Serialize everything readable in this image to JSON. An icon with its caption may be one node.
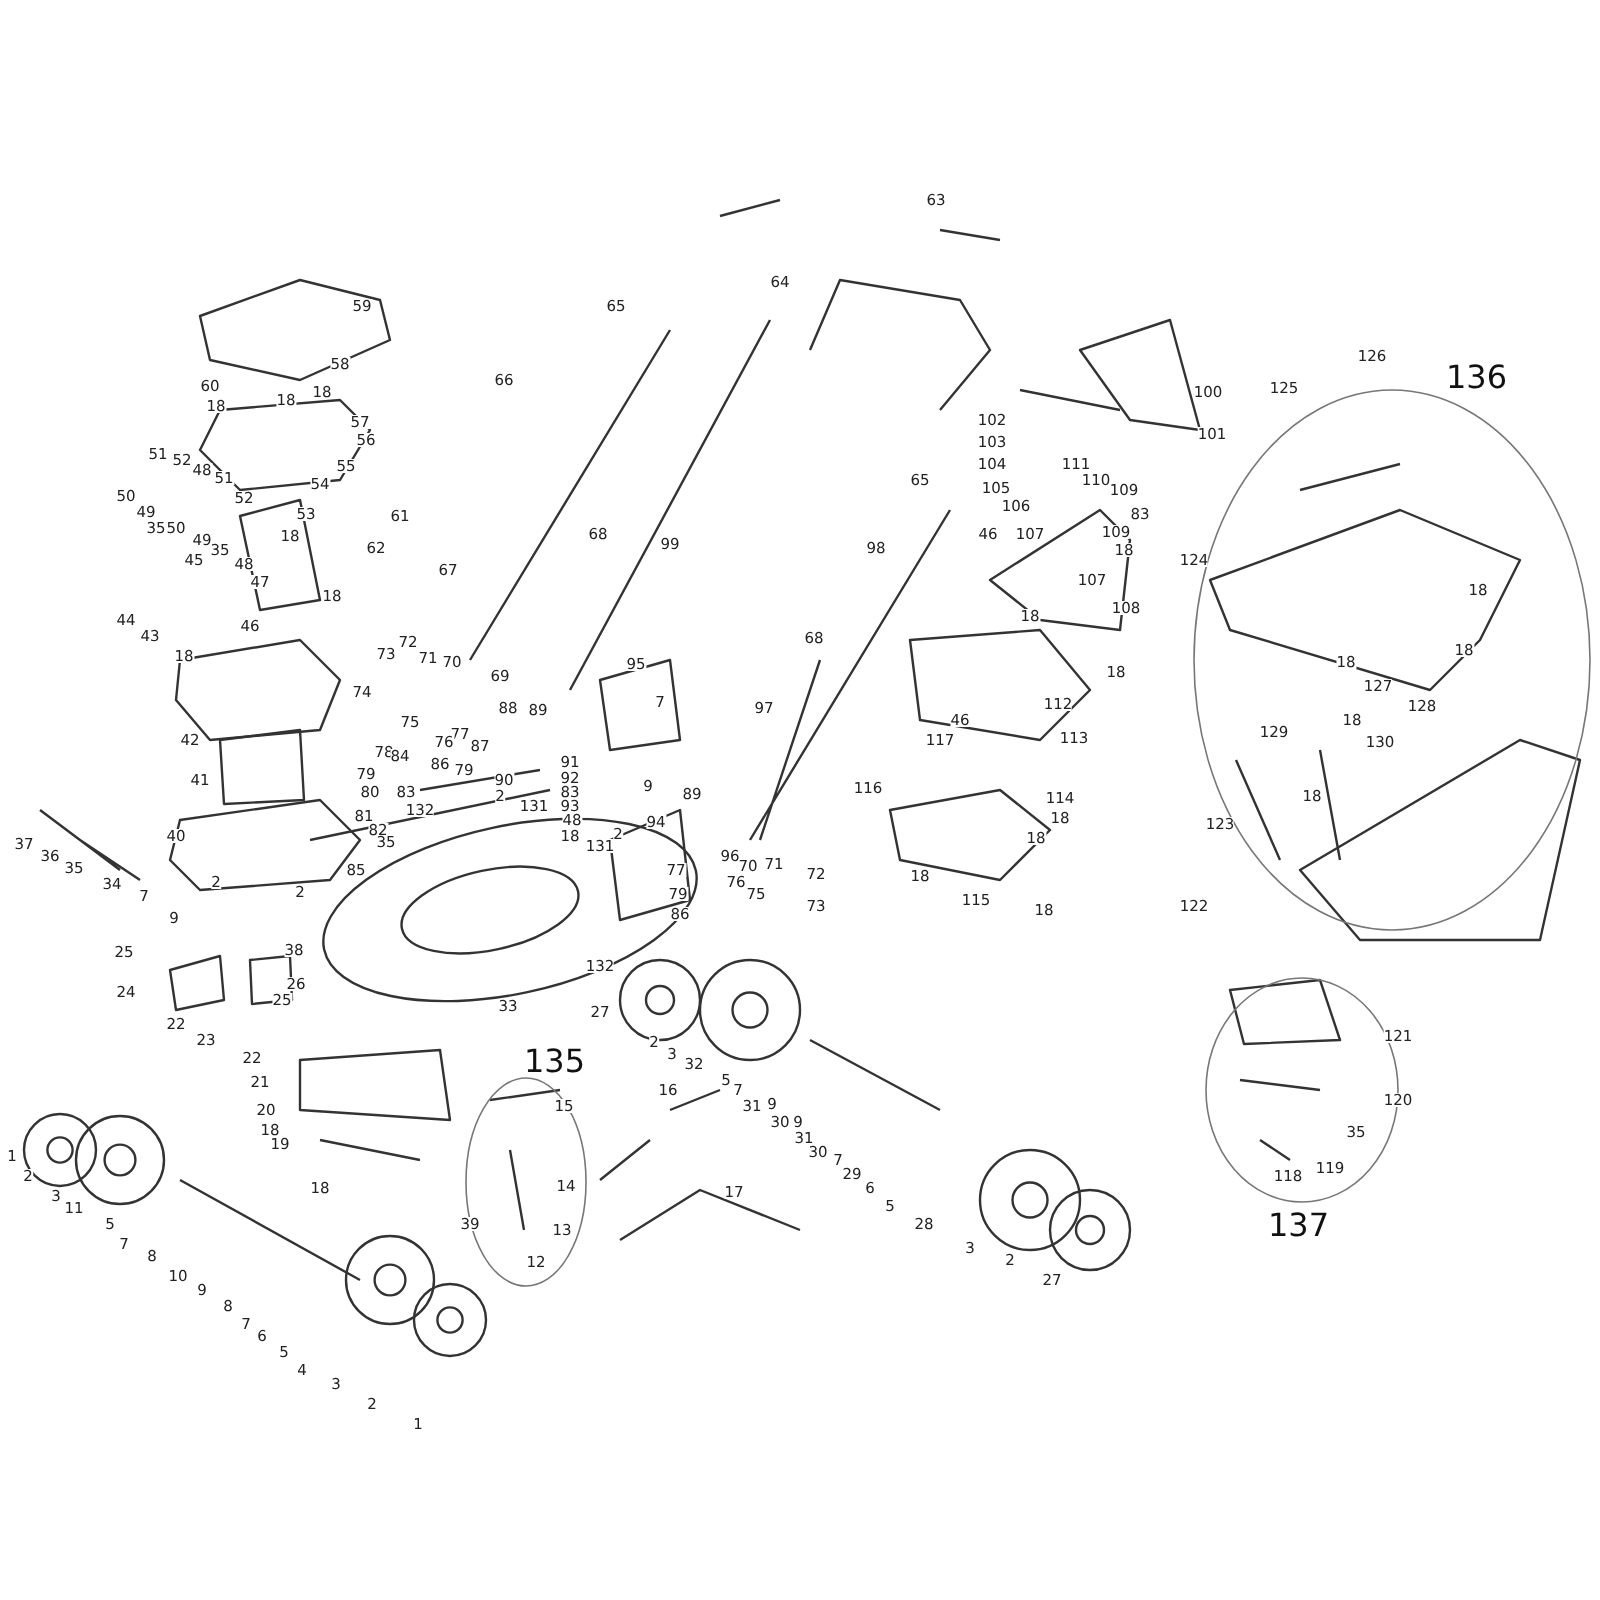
{
  "diagram": {
    "nodes": [
      {
        "text": [
          "135"
        ]
      },
      {
        "text": [
          "136"
        ]
      },
      {
        "text": [
          "137"
        ]
      }
    ],
    "labels": [
      "63",
      "59",
      "65",
      "126",
      "58",
      "64",
      "60",
      "18",
      "18",
      "18",
      "100",
      "57",
      "56",
      "125",
      "66",
      "102",
      "101",
      "103",
      "55",
      "51",
      "52",
      "48",
      "104",
      "111",
      "65",
      "105",
      "110",
      "109",
      "106",
      "61",
      "50",
      "51",
      "54",
      "52",
      "49",
      "46",
      "107",
      "83",
      "109",
      "18",
      "35",
      "50",
      "53",
      "99",
      "98",
      "49",
      "68",
      "35",
      "18",
      "124",
      "62",
      "48",
      "47",
      "107",
      "18",
      "45",
      "67",
      "18",
      "108",
      "18",
      "18",
      "44",
      "46",
      "43",
      "18",
      "68",
      "95",
      "18",
      "72",
      "73",
      "71",
      "70",
      "69",
      "88",
      "89",
      "7",
      "112",
      "18",
      "127",
      "74",
      "97",
      "128",
      "42",
      "46",
      "117",
      "113",
      "18",
      "129",
      "130",
      "75",
      "77",
      "76",
      "78",
      "79",
      "84",
      "86",
      "79",
      "87",
      "91",
      "90",
      "92",
      "2",
      "83",
      "93",
      "48",
      "80",
      "83",
      "81",
      "82",
      "35",
      "132",
      "131",
      "18",
      "131",
      "89",
      "9",
      "116",
      "114",
      "18",
      "18",
      "94",
      "18",
      "123",
      "2",
      "37",
      "36",
      "35",
      "41",
      "40",
      "85",
      "34",
      "7",
      "77",
      "96",
      "70",
      "71",
      "72",
      "79",
      "76",
      "75",
      "73",
      "86",
      "18",
      "18",
      "115",
      "122",
      "2",
      "2",
      "9",
      "25",
      "38",
      "132",
      "27",
      "26",
      "25",
      "24",
      "33",
      "22",
      "23",
      "22",
      "2",
      "3",
      "32",
      "21",
      "15",
      "121",
      "20",
      "18",
      "19",
      "16",
      "5",
      "7",
      "31",
      "9",
      "30",
      "9",
      "31",
      "30",
      "7",
      "29",
      "120",
      "35",
      "118",
      "119",
      "1",
      "2",
      "3",
      "11",
      "18",
      "14",
      "17",
      "13",
      "39",
      "6",
      "5",
      "28",
      "12",
      "5",
      "7",
      "8",
      "10",
      "9",
      "8",
      "7",
      "6",
      "5",
      "4",
      "3",
      "2",
      "1",
      "3",
      "2",
      "27"
    ]
  }
}
